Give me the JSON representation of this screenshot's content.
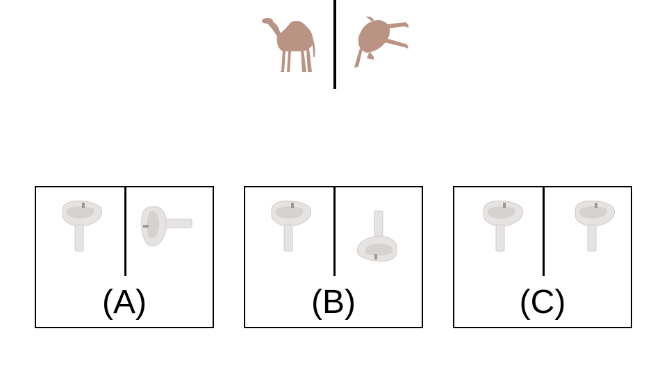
{
  "question": {
    "reference_pair": {
      "left_image": "camel-standing-icon",
      "right_image": "camel-rotated-icon"
    }
  },
  "options": [
    {
      "label": "(A)",
      "left_image": "sink-upright-icon",
      "right_image": "sink-rotated-90-icon"
    },
    {
      "label": "(B)",
      "left_image": "sink-upright-icon",
      "right_image": "sink-upside-down-icon"
    },
    {
      "label": "(C)",
      "left_image": "sink-upright-icon",
      "right_image": "sink-upright-icon"
    }
  ],
  "colors": {
    "camel": "#b99383",
    "sink": "#e6e4e3",
    "sink_shadow": "#cfcac8",
    "line": "#000000"
  }
}
